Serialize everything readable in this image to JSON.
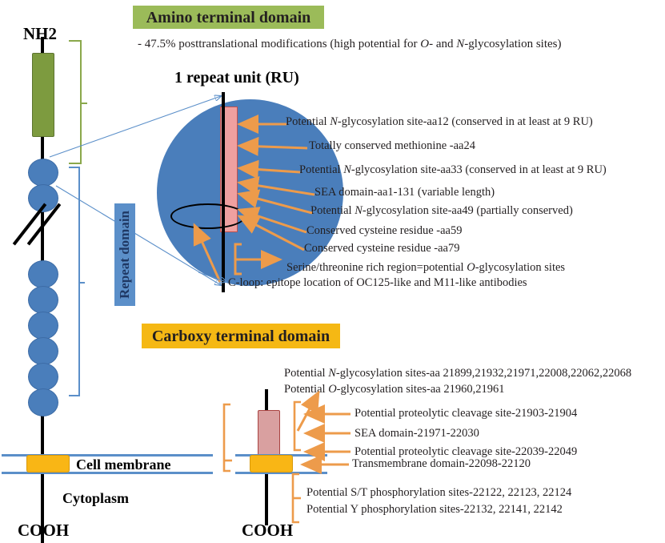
{
  "figure": {
    "title_amino": "Amino terminal domain",
    "title_carboxy": "Carboxy terminal domain",
    "subtitle_amino": "- 47.5% posttranslational modifications (high potential for O- and N-glycosylation sites)",
    "repeat_unit_label": "1 repeat unit (RU)"
  },
  "colors": {
    "sphere_blue": "#4a7ebb",
    "amino_green": "#9bbb59",
    "carboxy_yellow": "#f5b814",
    "arrow_orange": "#ed9b4b",
    "membrane_blue": "#5b8fc9",
    "sea_pink": "#efa0a0",
    "transmembrane_yellow": "#f9b615",
    "nh2_box_green": "#7d9b3f"
  },
  "chain": {
    "n_terminus": "NH2",
    "c_terminus_left": "COOH",
    "c_terminus_right": "COOH",
    "repeat_domain_label": "Repeat domain",
    "cell_membrane_label": "Cell membrane",
    "cytoplasm_label": "Cytoplasm",
    "bead_count": 8
  },
  "amino_annotations": [
    "Potential N-glycosylation site-aa12 (conserved in at least at 9 RU)",
    "Totally conserved methionine -aa24",
    "Potential N-glycosylation site-aa33 (conserved in at least at 9 RU)",
    "SEA domain-aa1-131 (variable length)",
    "Potential N-glycosylation site-aa49 (partially conserved)",
    "Conserved cysteine residue -aa59",
    "Conserved cysteine residue -aa79",
    "Serine/threonine rich region=potential O-glycosylation sites",
    "C-loop: epitope location of OC125-like and M11-like antibodies"
  ],
  "carboxy_annotations": [
    "Potential N-glycosylation sites-aa 21899,21932,21971,22008,22062,22068",
    "Potential O-glycosylation sites-aa 21960,21961",
    "Potential proteolytic cleavage site-21903-21904",
    "SEA domain-21971-22030",
    "Potential proteolytic cleavage site-22039-22049",
    "Transmembrane domain-22098-22120",
    "Potential S/T phosphorylation sites-22122, 22123, 22124",
    "Potential Y phosphorylation sites-22132, 22141, 22142"
  ]
}
